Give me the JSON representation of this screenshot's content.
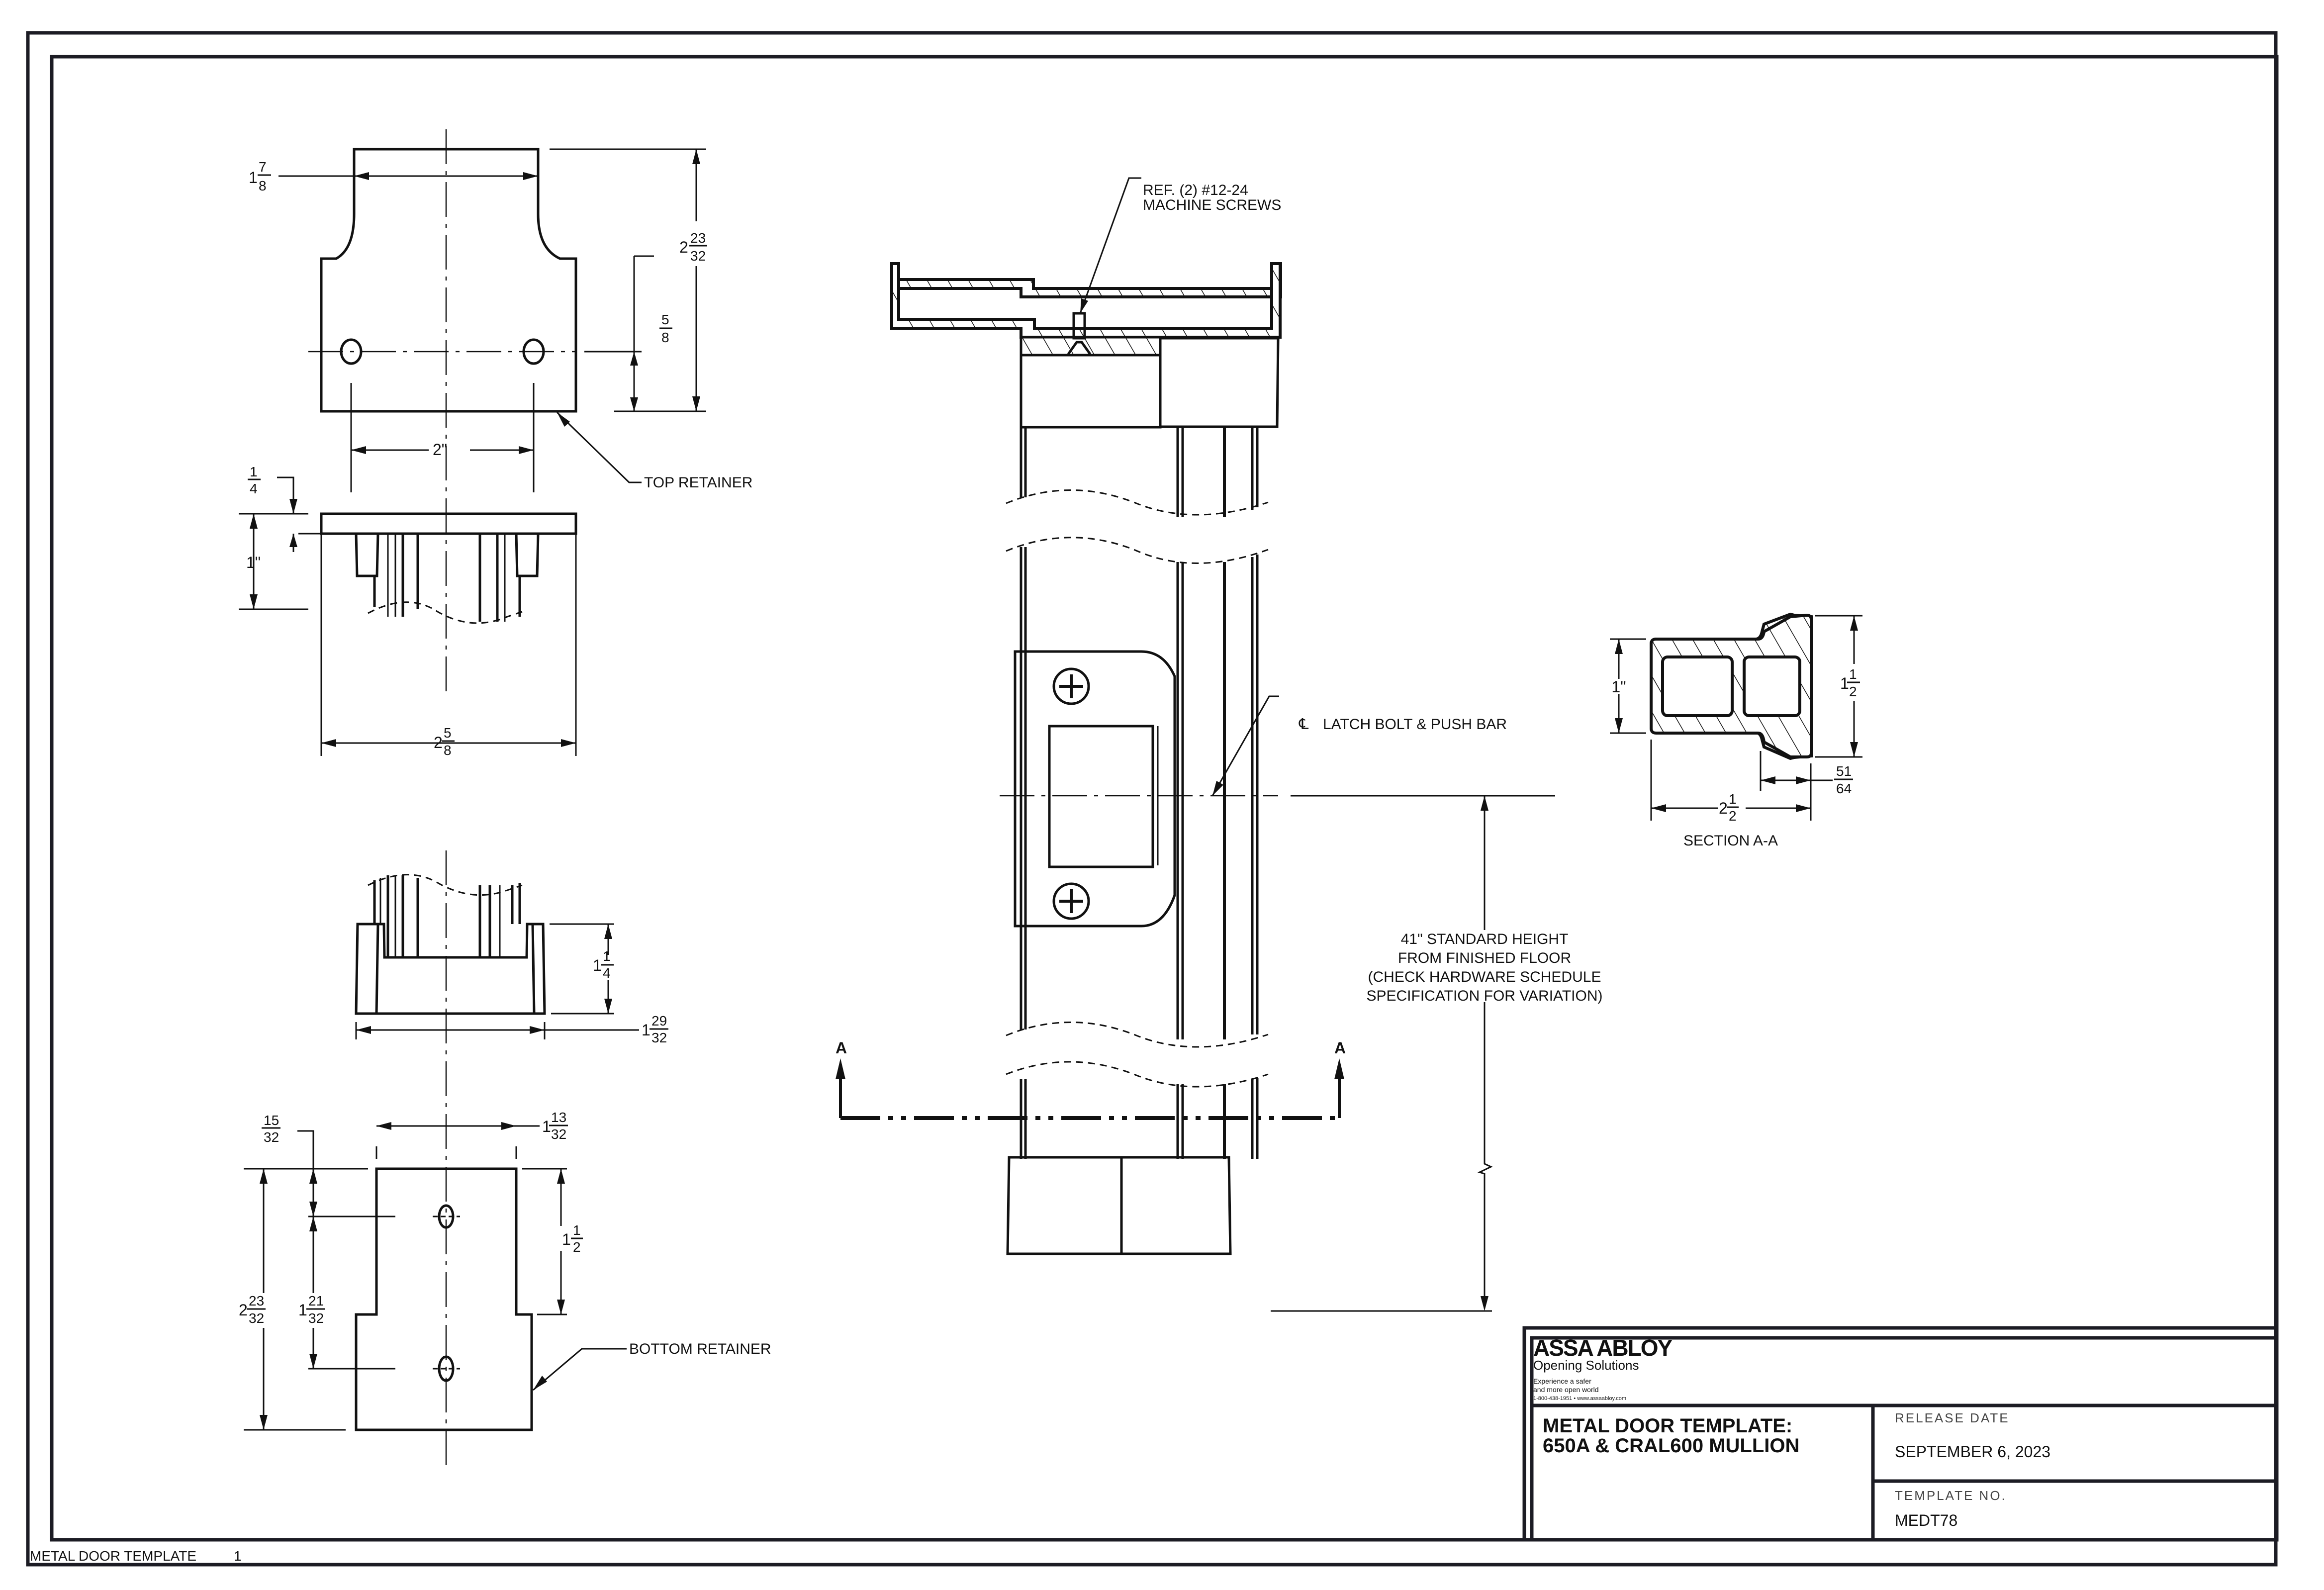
{
  "sheet": {
    "footer_label": "METAL DOOR TEMPLATE",
    "page_number": "1",
    "line_color": "#1c1c24"
  },
  "title_block": {
    "brand": "ASSA ABLOY",
    "brand_sub": "Opening Solutions",
    "tagline_line1": "Experience a safer",
    "tagline_line2": "and more open world",
    "contact": "1-800-438-1951 • www.assaabloy.com",
    "title_line1": "METAL DOOR TEMPLATE:",
    "title_line2": "650A & CRAL600 MULLION",
    "release_date_label": "RELEASE DATE",
    "release_date": "SEPTEMBER 6, 2023",
    "template_no_label": "TEMPLATE NO.",
    "template_no": "MEDT78"
  },
  "top_retainer": {
    "label": "TOP RETAINER",
    "dims": {
      "top_width": {
        "whole": "1",
        "num": "7",
        "den": "8"
      },
      "height": {
        "whole": "2",
        "num": "23",
        "den": "32"
      },
      "hole_offset": {
        "whole": "",
        "num": "5",
        "den": "8"
      },
      "hole_spacing": "2\"",
      "flange": {
        "whole": "",
        "num": "1",
        "den": "4"
      },
      "depth": "1\"",
      "overall_width": {
        "whole": "2",
        "num": "5",
        "den": "8"
      }
    }
  },
  "bottom_retainer": {
    "label": "BOTTOM RETAINER",
    "dims": {
      "cap_height": {
        "whole": "1",
        "num": "1",
        "den": "4"
      },
      "cap_width": {
        "whole": "1",
        "num": "29",
        "den": "32"
      },
      "top_offset": {
        "whole": "",
        "num": "15",
        "den": "32"
      },
      "narrow_width": {
        "whole": "1",
        "num": "13",
        "den": "32"
      },
      "step_height": {
        "whole": "1",
        "num": "1",
        "den": "2"
      },
      "overall_height": {
        "whole": "2",
        "num": "23",
        "den": "32"
      },
      "hole_spacing": {
        "whole": "1",
        "num": "21",
        "den": "32"
      }
    }
  },
  "elevation": {
    "screw_callout_line1": "REF. (2) #12-24",
    "screw_callout_line2": "MACHINE SCREWS",
    "centerline_symbol": "℄",
    "centerline_label": "LATCH BOLT & PUSH BAR",
    "height_note": [
      "41\" STANDARD HEIGHT",
      "FROM FINISHED FLOOR",
      "(CHECK HARDWARE SCHEDULE",
      "SPECIFICATION FOR VARIATION)"
    ],
    "section_mark_left": "A",
    "section_mark_right": "A"
  },
  "section_aa": {
    "label": "SECTION A-A",
    "dims": {
      "left_height": "1\"",
      "right_height": {
        "whole": "1",
        "num": "1",
        "den": "2"
      },
      "overall_width": {
        "whole": "2",
        "num": "1",
        "den": "2"
      },
      "flange_width": {
        "whole": "",
        "num": "51",
        "den": "64"
      }
    }
  }
}
